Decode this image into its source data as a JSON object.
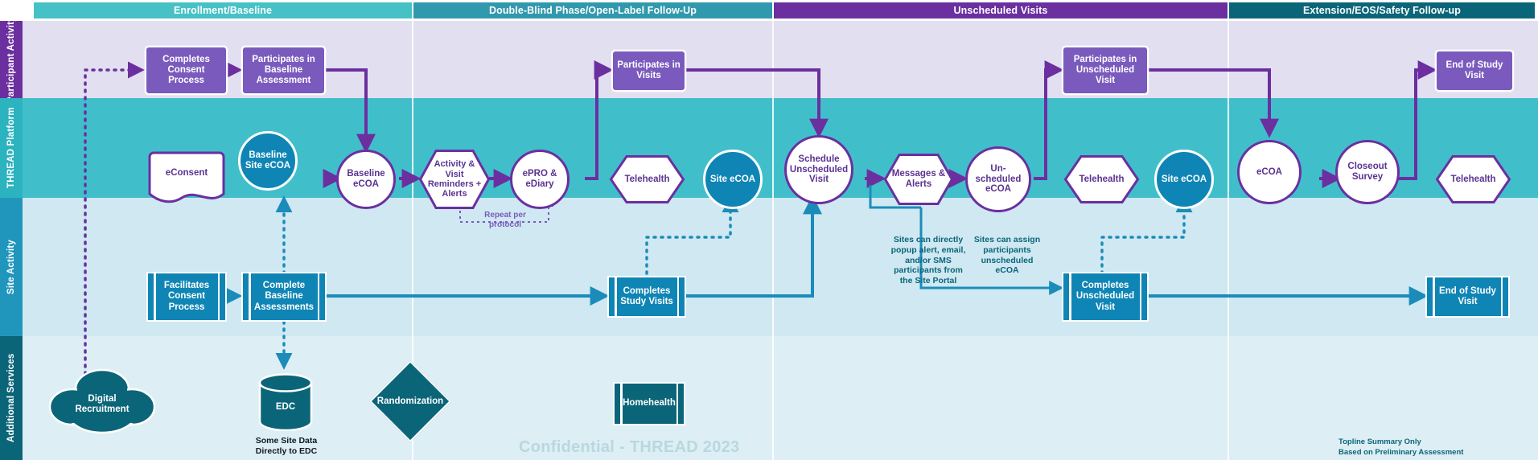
{
  "colors": {
    "purple_dark": "#6b2fa0",
    "purple_node": "#7a5bbd",
    "lane_participant_bg": "#e2dff0",
    "lane_platform_bg": "#40bfcb",
    "lane_site_bg": "#cfe8f2",
    "lane_additional_bg": "#ddeff4",
    "teal_node": "#0f85b5",
    "teal_dark": "#0b6579",
    "phase1": "#46c2c7",
    "phase2": "#3199ad",
    "phase3": "#6b2fa0",
    "phase4": "#0b6579",
    "watermark": "#b9d7e0"
  },
  "phases": [
    {
      "label": "Enrollment/Baseline"
    },
    {
      "label": "Double-Blind Phase/Open-Label Follow-Up"
    },
    {
      "label": "Unscheduled Visits"
    },
    {
      "label": "Extension/EOS/Safety Follow-up"
    }
  ],
  "lanes": [
    {
      "label": "Participant Activity"
    },
    {
      "label": "THREAD Platform"
    },
    {
      "label": "Site Activity"
    },
    {
      "label": "Additional Services"
    }
  ],
  "participant_nodes": [
    {
      "label": "Completes\nConsent\nProcess"
    },
    {
      "label": "Participates in\nBaseline\nAssessment"
    },
    {
      "label": "Participates in\nVisits"
    },
    {
      "label": "Participates in\nUnscheduled\nVisit"
    },
    {
      "label": "End of Study\nVisit"
    }
  ],
  "platform_nodes": [
    {
      "label": "eConsent",
      "shape": "document"
    },
    {
      "label": "Baseline\nSite eCOA",
      "shape": "circle-teal"
    },
    {
      "label": "Baseline\neCOA",
      "shape": "circle"
    },
    {
      "label": "Activity &\nVisit\nReminders +\nAlerts",
      "shape": "hexagon"
    },
    {
      "label": "ePRO &\neDiary",
      "shape": "circle"
    },
    {
      "label": "Telehealth",
      "shape": "hexagon"
    },
    {
      "label": "Site eCOA",
      "shape": "circle-teal"
    },
    {
      "label": "Schedule\nUnscheduled\nVisit",
      "shape": "circle"
    },
    {
      "label": "Messages &\nAlerts",
      "shape": "hexagon"
    },
    {
      "label": "Un-\nscheduled\neCOA",
      "shape": "circle"
    },
    {
      "label": "Telehealth",
      "shape": "hexagon"
    },
    {
      "label": "Site eCOA",
      "shape": "circle-teal"
    },
    {
      "label": "eCOA",
      "shape": "circle"
    },
    {
      "label": "Closeout\nSurvey",
      "shape": "circle"
    },
    {
      "label": "Telehealth",
      "shape": "hexagon"
    }
  ],
  "site_nodes": [
    {
      "label": "Facilitates\nConsent\nProcess"
    },
    {
      "label": "Complete\nBaseline\nAssessments"
    },
    {
      "label": "Completes\nStudy Visits"
    },
    {
      "label": "Completes\nUnscheduled\nVisit"
    },
    {
      "label": "End of Study\nVisit"
    }
  ],
  "additional_nodes": [
    {
      "label": "Digital\nRecruitment",
      "shape": "cloud"
    },
    {
      "label": "EDC",
      "shape": "cylinder"
    },
    {
      "label": "Randomization",
      "shape": "diamond"
    },
    {
      "label": "Homehealth",
      "shape": "process"
    }
  ],
  "notes": {
    "repeat_per_protocol": "Repeat per\nprotocol",
    "site_portal": "Sites can directly\npopup alert, email,\nand/or SMS\nparticipants from\nthe Site Portal",
    "assign_ecoa": "Sites can assign\nparticipants\nunscheduled\neCOA",
    "edc_caption": "Some Site Data\nDirectly to EDC"
  },
  "footer": {
    "watermark": "Confidential - THREAD 2023",
    "footnote": "Topline Summary Only\nBased on Preliminary Assessment"
  }
}
